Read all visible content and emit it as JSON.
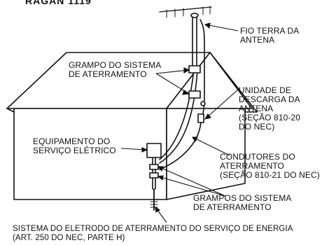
{
  "header": {
    "text": "RAGAN 1119"
  },
  "labels": {
    "antenna_ground": [
      "FIO TERRA DA",
      "ANTENA"
    ],
    "grounding_clamp_top": [
      "GRAMPO DO SISTEMA",
      "DE ATERRAMENTO"
    ],
    "discharge_unit": [
      "UNIDADE DE",
      "DESCARGA DA",
      "ANTENA",
      "(SEÇÃO 810-20",
      "DO NEC)"
    ],
    "service_equipment": [
      "EQUIPAMENTO DO",
      "SERVIÇO ELÉTRICO"
    ],
    "ground_conductors": [
      "CONDUTORES DO",
      "ATERRAMENTO",
      "(SEÇÃO 810-21 DO NEC)"
    ],
    "grounding_clamps_bottom": [
      "GRAMPOS DO SISTEMA",
      "DE ATERRAMENTO"
    ],
    "electrode_system": [
      "SISTEMA DO ELETRODO DE ATERRAMENTO DO SERVIÇO DE ENERGIA",
      "(ART. 250 DO NEC, PARTE H)"
    ]
  }
}
